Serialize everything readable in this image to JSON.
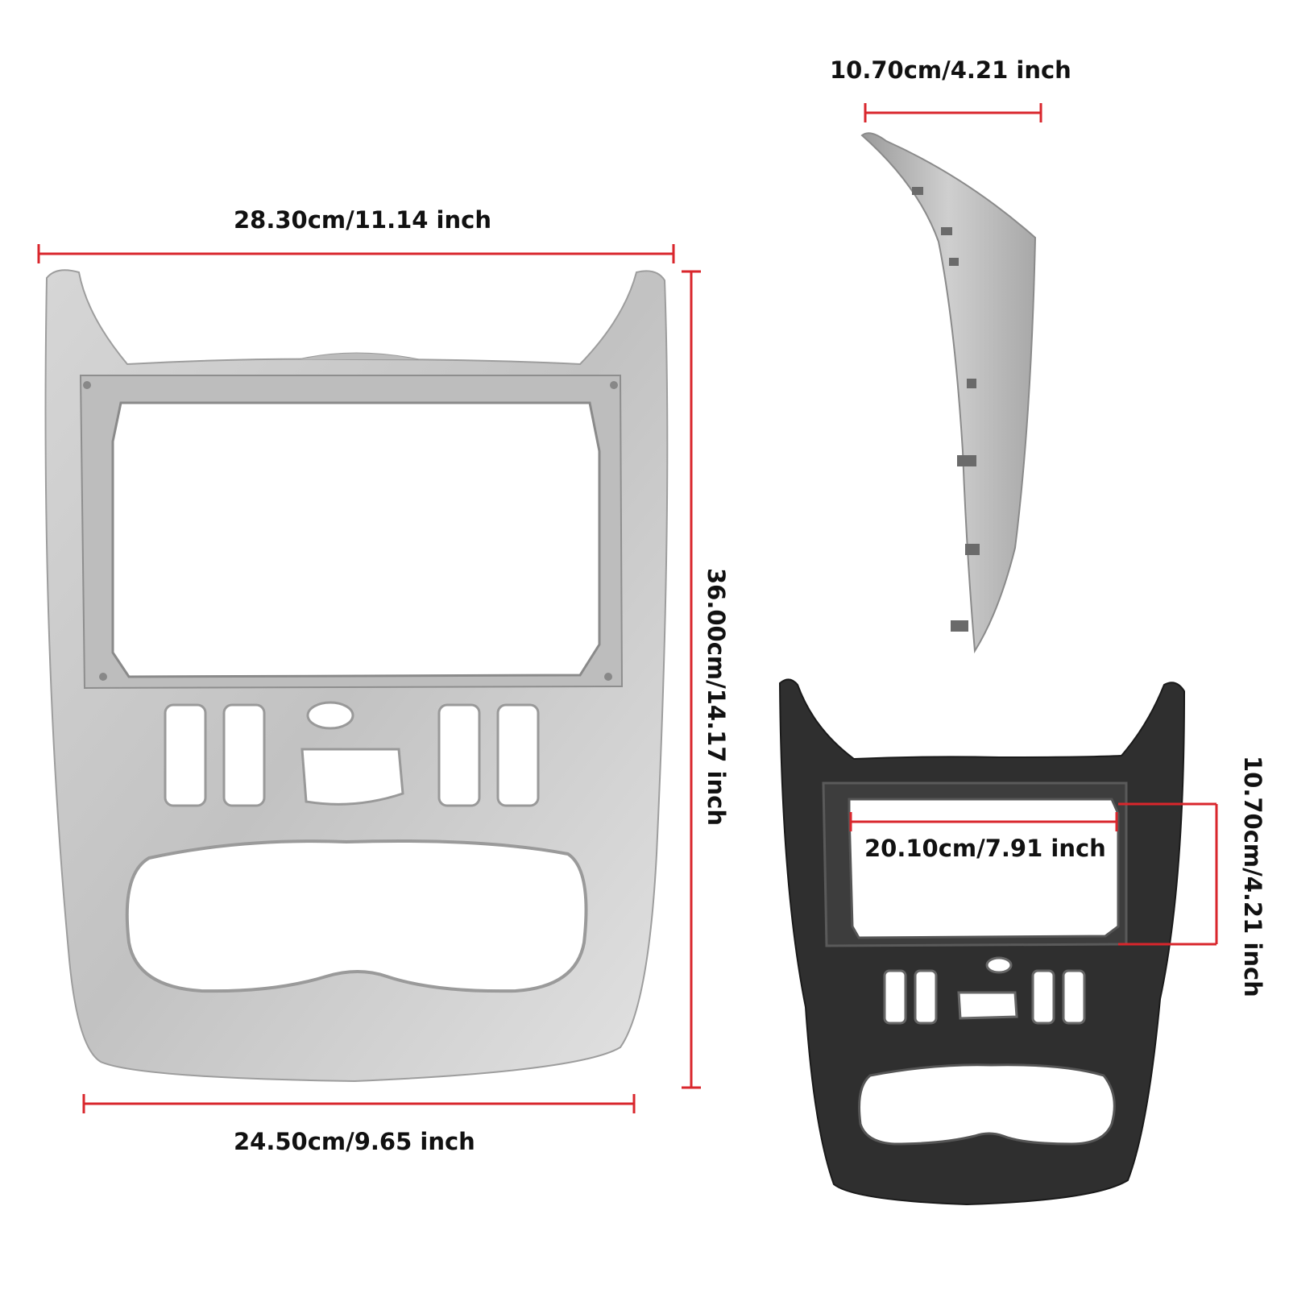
{
  "colors": {
    "dimension_line": "#d9262c",
    "silver_panel": "#c4c4c4",
    "dark_panel": "#2e2e2e",
    "text": "#111111"
  },
  "dimensions": {
    "front_top_width": "28.30cm/11.14 inch",
    "front_height": "36.00cm/14.17 inch",
    "front_bottom_width": "24.50cm/9.65 inch",
    "side_depth": "10.70cm/4.21 inch",
    "back_opening_width": "20.10cm/7.91 inch",
    "back_opening_height": "10.70cm/4.21 inch"
  }
}
